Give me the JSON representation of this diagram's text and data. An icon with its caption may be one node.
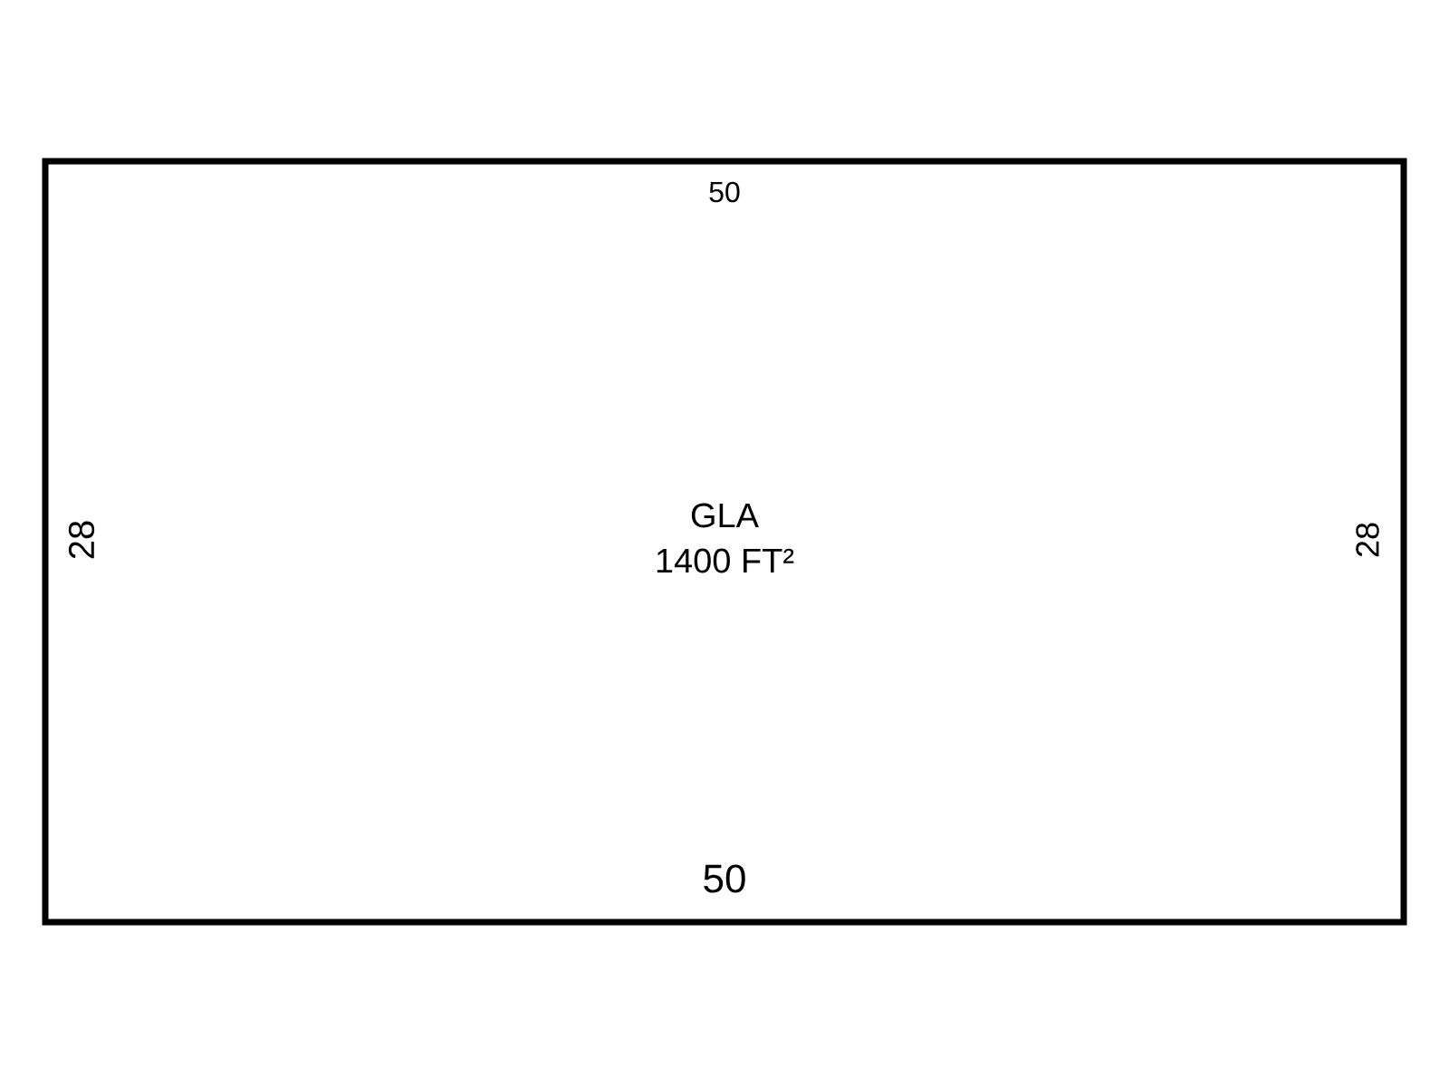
{
  "diagram": {
    "nodes": [
      {
        "text": [
          "GLA",
          "1400 FT²"
        ]
      }
    ],
    "labels": [
      "50",
      "28",
      "28",
      "50"
    ]
  }
}
